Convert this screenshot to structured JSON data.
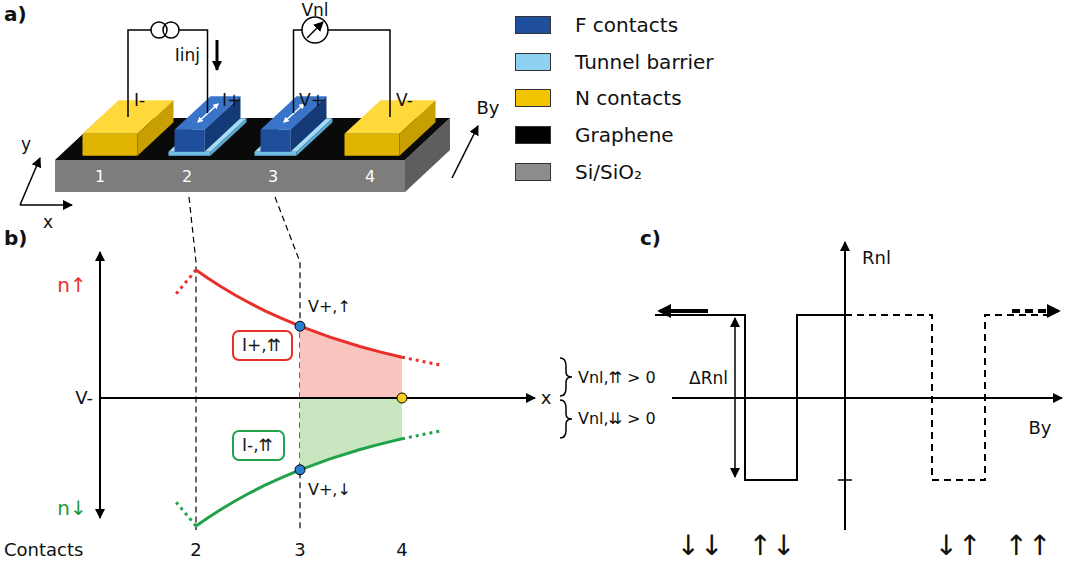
{
  "diagram": {
    "nodes": [
      {
        "text": [
          "I+,⇈"
        ]
      },
      {
        "text": [
          "I-,⇈"
        ]
      }
    ],
    "labels": [
      "a)",
      "I-",
      "Iinj",
      "I+",
      "Vnl",
      "V+",
      "V-",
      "y",
      "x",
      "1",
      "2",
      "3",
      "4",
      "By",
      "b)",
      "n↑",
      "V-",
      "x",
      "n↓",
      "V+,↑",
      "V+,↓",
      "Vnl,⇈ > 0",
      "Vnl,⇊ > 0",
      "Contacts",
      "2",
      "3",
      "4",
      "c)",
      "Rnl",
      "ΔRnl",
      "By",
      "↓↓",
      "↑↓",
      "↓↑",
      "↑↑"
    ],
    "legend": [
      {
        "text": "F contacts",
        "color": "#1f4e9c"
      },
      {
        "text": "Tunnel barrier",
        "color": "#8fd0f0"
      },
      {
        "text": "N contacts",
        "color": "#f2c500"
      },
      {
        "text": "Graphene",
        "color": "#000000"
      },
      {
        "text": "Si/SiO₂",
        "color": "#8c8c8c"
      }
    ]
  }
}
